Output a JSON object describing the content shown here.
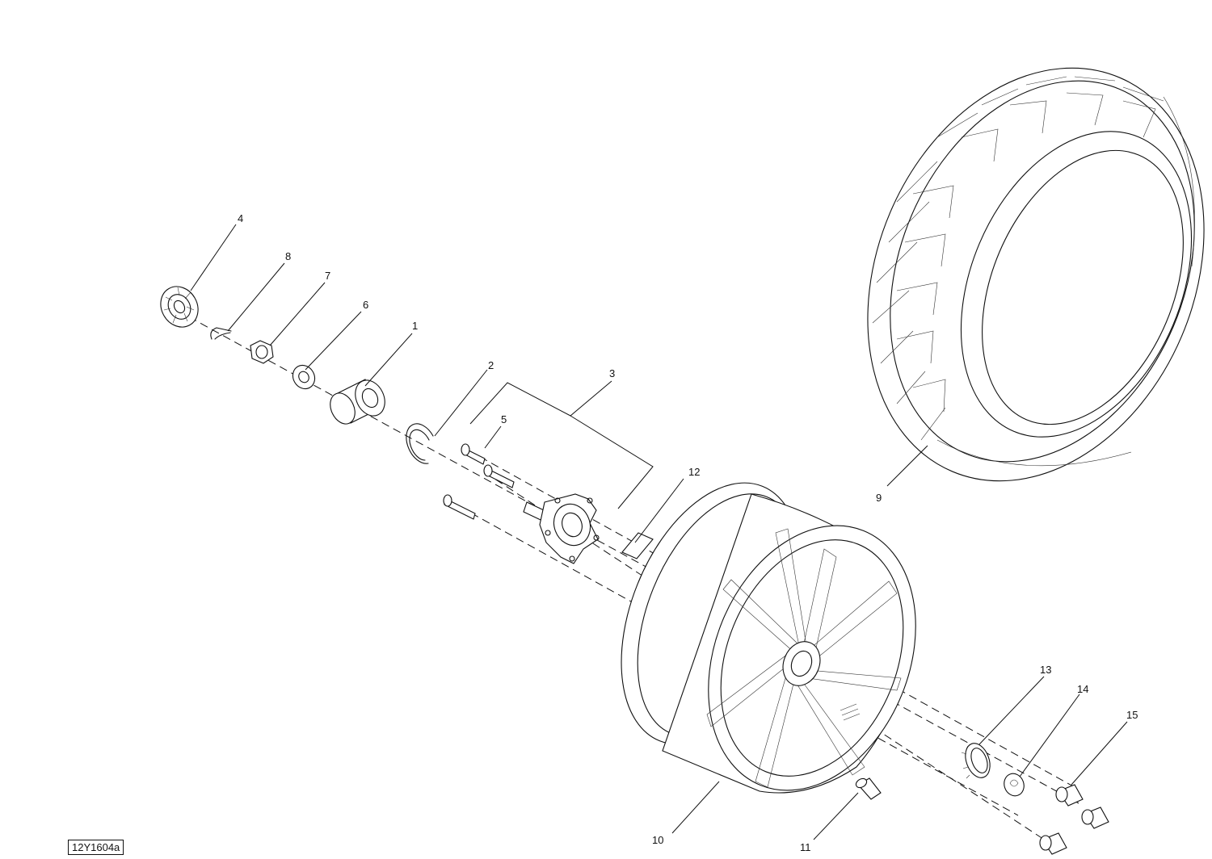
{
  "diagram": {
    "callouts": [
      "1",
      "2",
      "3",
      "4",
      "5",
      "6",
      "7",
      "8",
      "9",
      "10",
      "11",
      "12",
      "13",
      "14",
      "15"
    ],
    "reference_code": "12Y1604a"
  }
}
